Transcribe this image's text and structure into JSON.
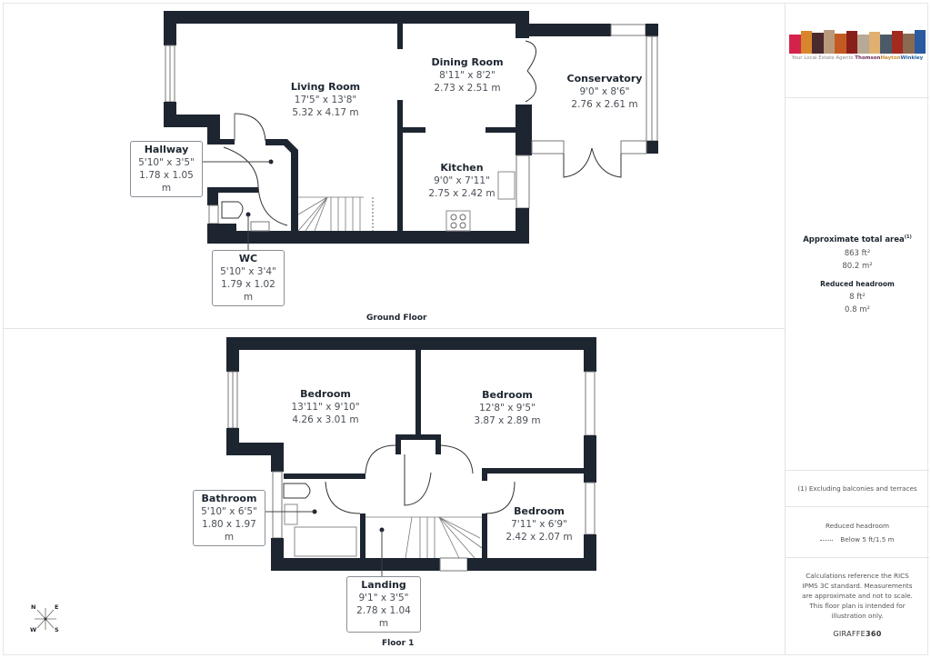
{
  "floors": [
    {
      "title": "Ground Floor",
      "rooms": [
        {
          "name": "Living Room",
          "imperial": "17'5\" x 13'8\"",
          "metric": "5.32 x 4.17 m"
        },
        {
          "name": "Dining Room",
          "imperial": "8'11\" x 8'2\"",
          "metric": "2.73 x 2.51 m"
        },
        {
          "name": "Conservatory",
          "imperial": "9'0\" x 8'6\"",
          "metric": "2.76 x 2.61 m"
        },
        {
          "name": "Kitchen",
          "imperial": "9'0\" x 7'11\"",
          "metric": "2.75 x 2.42 m"
        },
        {
          "name": "Hallway",
          "imperial": "5'10\" x 3'5\"",
          "metric": "1.78 x 1.05 m"
        },
        {
          "name": "WC",
          "imperial": "5'10\" x 3'4\"",
          "metric": "1.79 x 1.02 m"
        }
      ]
    },
    {
      "title": "Floor 1",
      "rooms": [
        {
          "name": "Bedroom",
          "imperial": "13'11\" x 9'10\"",
          "metric": "4.26 x 3.01 m"
        },
        {
          "name": "Bedroom",
          "imperial": "12'8\" x 9'5\"",
          "metric": "3.87 x 2.89 m"
        },
        {
          "name": "Bedroom",
          "imperial": "7'11\" x 6'9\"",
          "metric": "2.42 x 2.07 m"
        },
        {
          "name": "Bathroom",
          "imperial": "5'10\" x 6'5\"",
          "metric": "1.80 x 1.97 m"
        },
        {
          "name": "Landing",
          "imperial": "9'1\" x 3'5\"",
          "metric": "2.78 x 1.04 m"
        }
      ]
    }
  ],
  "sidebar": {
    "logo": {
      "tagline": "Your Local Estate Agents",
      "brand_1": "Thomson",
      "brand_2": "Hayton",
      "brand_3": "Winkley",
      "house_colors": [
        "#d4234b",
        "#d9852b",
        "#c9852e",
        "#4a2a2e",
        "#b89a7a",
        "#c35a22",
        "#8a1f1a",
        "#b8a896",
        "#e0b070",
        "#4b5a68",
        "#a32a1e",
        "#8a6a50",
        "#2a5aa0"
      ]
    },
    "area": {
      "title": "Approximate total area",
      "footnote_mark": "(1)",
      "ft2": "863 ft²",
      "m2": "80.2 m²",
      "reduced_title": "Reduced headroom",
      "reduced_ft2": "8 ft²",
      "reduced_m2": "0.8 m²"
    },
    "footnote": "(1) Excluding balconies and terraces",
    "legend": {
      "title": "Reduced headroom",
      "item": "Below 5 ft/1.5 m"
    },
    "disclaimer": "Calculations reference the RICS IPMS 3C standard. Measurements are approximate and not to scale. This floor plan is intended for illustration only.",
    "brand": {
      "part1": "GIRAFFE",
      "part2": "360"
    }
  },
  "compass": {
    "n": "N",
    "e": "E",
    "w": "W",
    "s": "S"
  }
}
